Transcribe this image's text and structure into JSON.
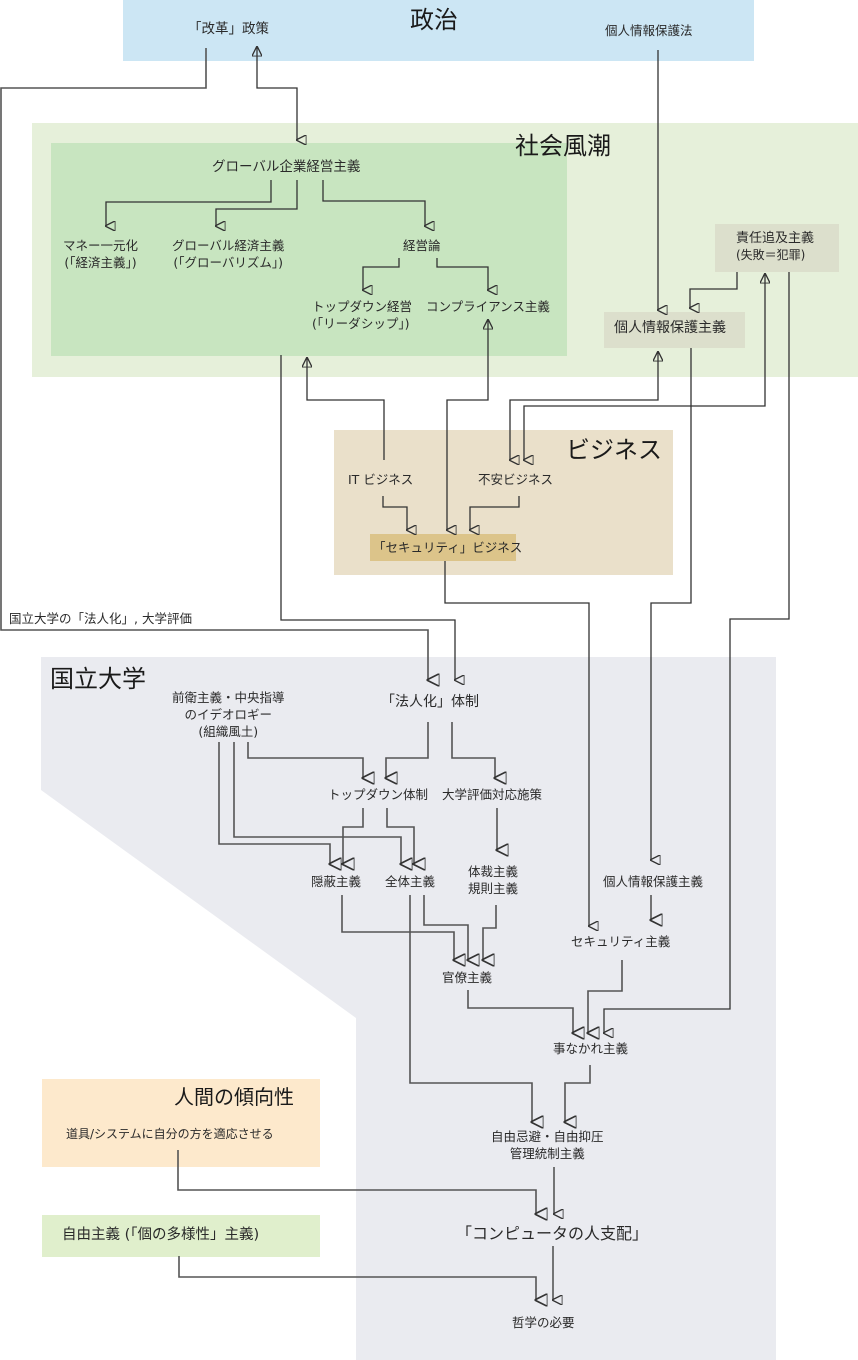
{
  "regions": {
    "politics": {
      "title": "政治",
      "color": "#cce6f4"
    },
    "social": {
      "title": "社会風潮",
      "color": "#e6f0da",
      "inner_color": "#c8e5c0"
    },
    "business": {
      "title": "ビジネス",
      "color": "#eae0ca"
    },
    "university": {
      "title": "国立大学",
      "color": "#eaebf0"
    },
    "human": {
      "title": "人間の傾向性",
      "color": "#fde9cc"
    },
    "liberalism": {
      "color": "#e0efcc"
    }
  },
  "nodes": {
    "reform_policy": "「改革」政策",
    "privacy_law": "個人情報保護法",
    "global_corp": "グローバル企業経営主義",
    "money_line1": "マネー一元化",
    "money_line2": "(「経済主義」)",
    "global_econ_line1": "グローバル経済主義",
    "global_econ_line2": "(「グローバリズム」)",
    "management": "経営論",
    "topdown_mgmt_line1": "トップダウン経営",
    "topdown_mgmt_line2": "(「リーダシップ」)",
    "compliance": "コンプライアンス主義",
    "responsibility_line1": "責任追及主義",
    "responsibility_line2": "(失敗＝犯罪)",
    "privacy_ism": "個人情報保護主義",
    "it_business": "IT ビジネス",
    "anxiety_business": "不安ビジネス",
    "security_business": "「セキュリティ」ビジネス",
    "incorporation_label": "国立大学の「法人化」, 大学評価",
    "vanguard_line1": "前衛主義・中央指導",
    "vanguard_line2": "のイデオロギー",
    "vanguard_line3": "(組織風土)",
    "incorporation_system": "「法人化」体制",
    "topdown_system": "トップダウン体制",
    "evaluation_measures": "大学評価対応施策",
    "concealment": "隠蔽主義",
    "totalitarianism": "全体主義",
    "formality_line1": "体裁主義",
    "formality_line2": "規則主義",
    "privacy_ism_univ": "個人情報保護主義",
    "security_ism": "セキュリティ主義",
    "bureaucracy": "官僚主義",
    "risk_aversion": "事なかれ主義",
    "freedom_line1": "自由忌避・自由抑圧",
    "freedom_line2": "管理統制主義",
    "computer_rule": "「コンピュータの人支配」",
    "need_philosophy": "哲学の必要",
    "human_tendency_text": "道具/システムに自分の方を適応させる",
    "liberalism": "自由主義 (「個の多様性」主義)"
  }
}
